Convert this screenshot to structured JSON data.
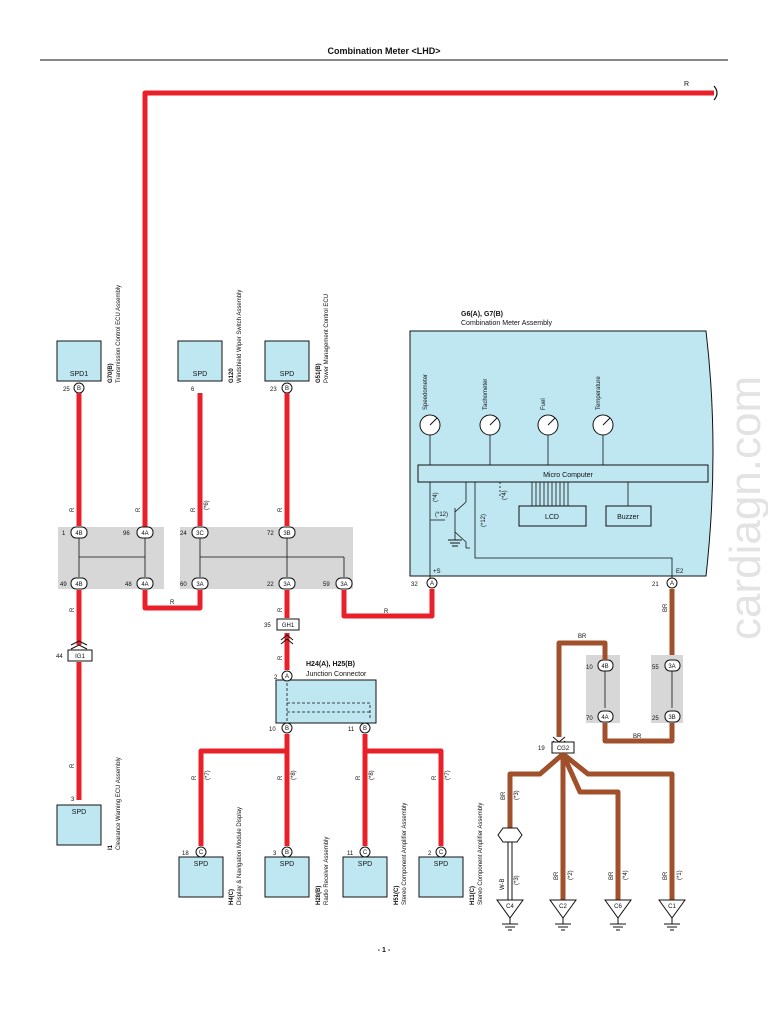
{
  "title": "Combination Meter <LHD>",
  "page_number": "- 1 -",
  "watermark": "cardiagn.com",
  "colors": {
    "red_wire": "#e8202a",
    "brown_wire": "#a0502a",
    "component_fill": "#bfe7f2",
    "junction_fill": "#d7d7d7"
  },
  "top_wire": {
    "label": "R"
  },
  "meter": {
    "code": "G6(A), G7(B)",
    "name": "Combination Meter Assembly",
    "gauges": [
      "Speedometer",
      "Tachometer",
      "Fuel",
      "Temperature"
    ],
    "micro": "Micro Computer",
    "lcd": "LCD",
    "buzzer": "Buzzer",
    "terminals": [
      {
        "pin": "32",
        "conn": "A",
        "sig": "+S"
      },
      {
        "pin": "21",
        "conn": "A",
        "sig": "E2"
      }
    ],
    "notes": [
      "(*4)",
      "(*12)",
      "(*12)",
      "(*4)"
    ]
  },
  "devices": [
    {
      "id": "g70",
      "code": "G70(B)",
      "name": "Transmission Control ECU Assembly",
      "term": "SPD1",
      "pin": "25",
      "conn": "B"
    },
    {
      "id": "g120",
      "code": "G120",
      "name": "Windshield Wiper Switch Assembly",
      "term": "SPD",
      "pin": "6",
      "conn": ""
    },
    {
      "id": "g51",
      "code": "G51(B)",
      "name": "Power Management Control ECU",
      "term": "SPD",
      "pin": "23",
      "conn": "B"
    },
    {
      "id": "i1",
      "code": "I1",
      "name": "Clearance Warning ECU Assembly",
      "term": "SPD",
      "pin": "3",
      "conn": ""
    },
    {
      "id": "h4",
      "code": "H4(C)",
      "name": "Display & Navigation Module Display",
      "term": "SPD",
      "pin": "18",
      "conn": "C"
    },
    {
      "id": "h28",
      "code": "H28(B)",
      "name": "Radio Receiver Assembly",
      "term": "SPD",
      "pin": "3",
      "conn": "B"
    },
    {
      "id": "h51",
      "code": "H51(C)",
      "name": "Stereo Component Amplifier Assembly",
      "term": "SPD",
      "pin": "11",
      "conn": "C"
    },
    {
      "id": "h11",
      "code": "H11(C)",
      "name": "Stereo Component Amplifier Assembly",
      "term": "SPD",
      "pin": "2",
      "conn": "C"
    }
  ],
  "junctions": {
    "left": {
      "top": [
        {
          "pin": "1",
          "conn": "4B"
        },
        {
          "pin": "96",
          "conn": "4A"
        }
      ],
      "bottom": [
        {
          "pin": "49",
          "conn": "4B"
        },
        {
          "pin": "48",
          "conn": "4A"
        }
      ]
    },
    "middle": {
      "top": [
        {
          "pin": "24",
          "conn": "3C"
        },
        {
          "pin": "72",
          "conn": "3B"
        }
      ],
      "bottom": [
        {
          "pin": "60",
          "conn": "3A"
        },
        {
          "pin": "22",
          "conn": "3A"
        },
        {
          "pin": "59",
          "conn": "3A"
        }
      ]
    },
    "right1": {
      "top": {
        "pin": "10",
        "conn": "4B"
      },
      "bottom": {
        "pin": "70",
        "conn": "4A"
      }
    },
    "right2": {
      "top": {
        "pin": "55",
        "conn": "3A"
      },
      "bottom": {
        "pin": "25",
        "conn": "3B"
      }
    }
  },
  "connectors": {
    "ig1": {
      "pin": "44",
      "name": "IG1"
    },
    "gh1": {
      "pin": "35",
      "name": "GH1"
    },
    "cg2": {
      "pin": "19",
      "name": "CG2"
    }
  },
  "junction_connector": {
    "code": "H24(A), H25(B)",
    "name": "Junction Connector",
    "pins": [
      {
        "pin": "2",
        "conn": "A"
      },
      {
        "pin": "10",
        "conn": "B"
      },
      {
        "pin": "11",
        "conn": "B"
      }
    ]
  },
  "wire_labels": {
    "r": "R",
    "br": "BR",
    "wb": "W-B",
    "n6": "(*6)",
    "n7": "(*7)",
    "n8": "(*8)",
    "n3": "(*3)",
    "n2": "(*2)",
    "n1": "(*1)",
    "n4": "(*4)"
  },
  "grounds": [
    "C4",
    "C2",
    "C6",
    "C1"
  ]
}
